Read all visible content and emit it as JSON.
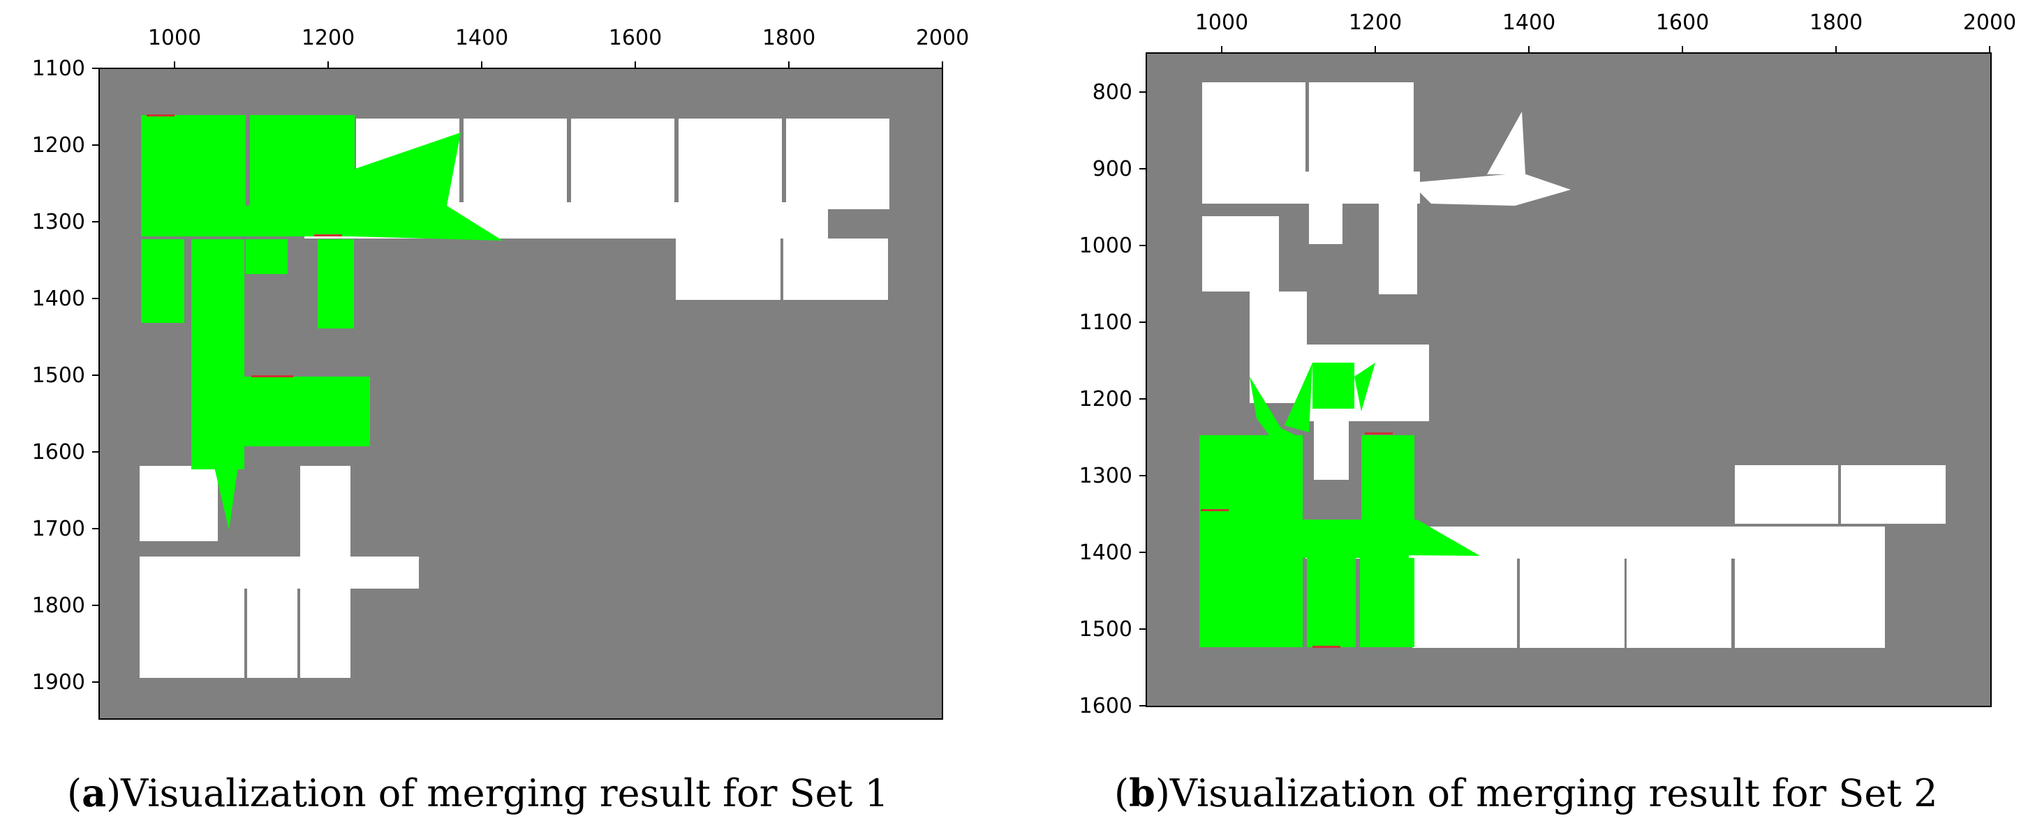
{
  "figures": [
    {
      "id": "a",
      "caption_letter": "a",
      "caption_text": "Visualization of merging result for Set 1",
      "x_ticks": [
        "1000",
        "1200",
        "1400",
        "1600",
        "1800",
        "2000"
      ],
      "y_ticks": [
        "1100",
        "1200",
        "1300",
        "1400",
        "1500",
        "1600",
        "1700",
        "1800",
        "1900"
      ]
    },
    {
      "id": "b",
      "caption_letter": "b",
      "caption_text": "Visualization of merging result for Set 2",
      "x_ticks": [
        "1000",
        "1200",
        "1400",
        "1600",
        "1800",
        "2000"
      ],
      "y_ticks": [
        "800",
        "900",
        "1000",
        "1100",
        "1200",
        "1300",
        "1400",
        "1500",
        "1600"
      ]
    }
  ],
  "colors": {
    "unknown": "#808080",
    "free_map1": "#ffffff",
    "free_map2": "#00ff00",
    "obstacle": "#cc3333",
    "axes": "#000000"
  }
}
